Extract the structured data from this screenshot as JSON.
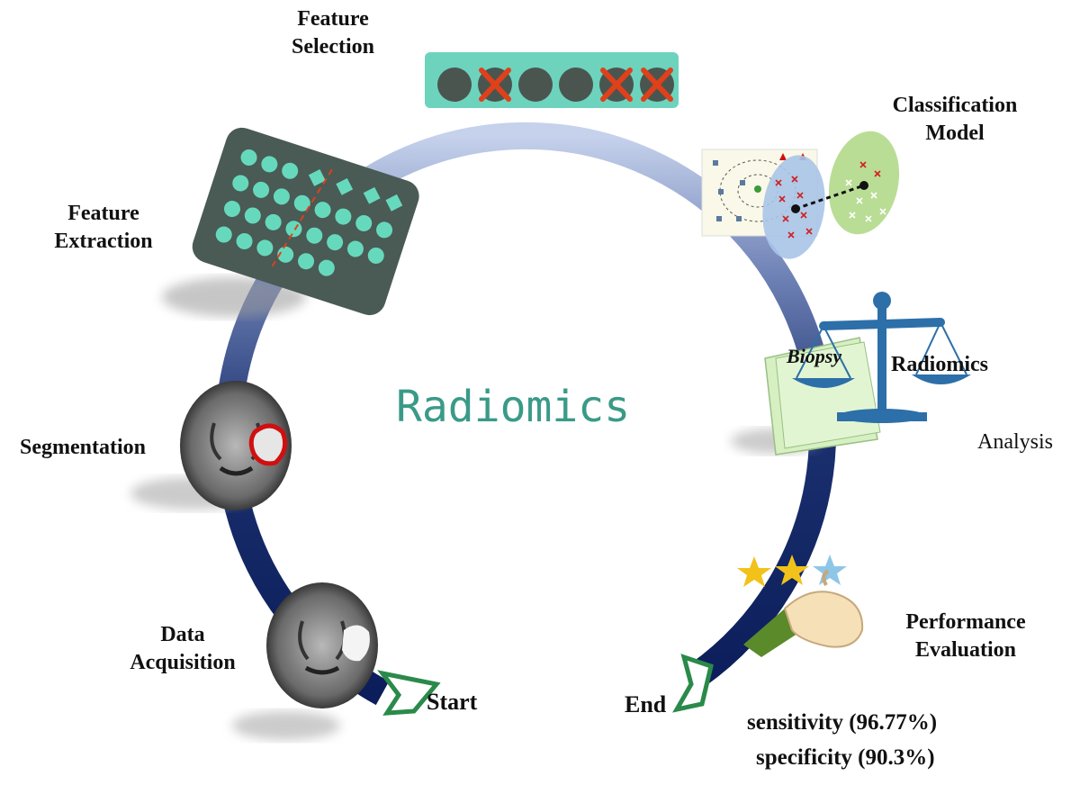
{
  "diagram": {
    "title": "Radiomics",
    "steps": {
      "data_acquisition": "Data\nAcquisition",
      "segmentation": "Segmentation",
      "feature_extraction": "Feature\nExtraction",
      "feature_selection": "Feature\nSelection",
      "classification_model": "Classification\nModel",
      "analysis": "Analysis",
      "performance_evaluation": "Performance\nEvaluation"
    },
    "start_label": "Start",
    "end_label": "End",
    "scale": {
      "left": "Biopsy",
      "right": "Radiomics"
    },
    "metrics": {
      "sensitivity": "sensitivity (96.77%)",
      "specificity": "specificity (90.3%)"
    },
    "colors": {
      "ring_dark": "#0b1d5a",
      "ring_light": "#c6d2ec",
      "teal": "#66d9bd",
      "panel_dark": "#4a5a55",
      "accent_red": "#e0401a",
      "title_teal": "#3a9a88"
    }
  }
}
